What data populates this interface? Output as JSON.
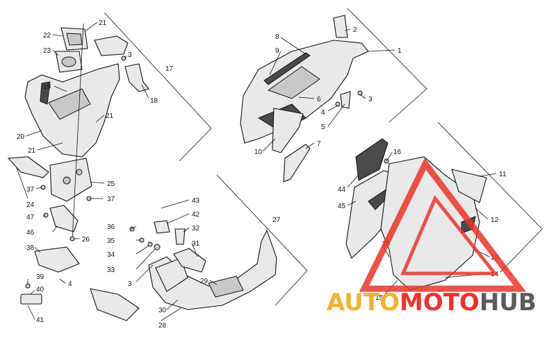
{
  "diagram": {
    "callouts": [
      "1",
      "2",
      "3",
      "3",
      "3",
      "4",
      "4",
      "5",
      "6",
      "7",
      "8",
      "9",
      "10",
      "11",
      "12",
      "13",
      "14",
      "15",
      "16",
      "16",
      "17",
      "18",
      "19",
      "20",
      "21",
      "21",
      "21",
      "22",
      "23",
      "24",
      "25",
      "26",
      "27",
      "28",
      "29",
      "30",
      "31",
      "32",
      "33",
      "34",
      "35",
      "36",
      "37",
      "37",
      "38",
      "39",
      "40",
      "41",
      "42",
      "43",
      "44",
      "45",
      "46",
      "47"
    ]
  },
  "watermark": {
    "part1": "AUTO",
    "part2": "MOTO",
    "part3": "HUB",
    "colors": {
      "auto": "#f3b233",
      "moto": "#e8352c",
      "hub": "#5b5b5b"
    }
  }
}
